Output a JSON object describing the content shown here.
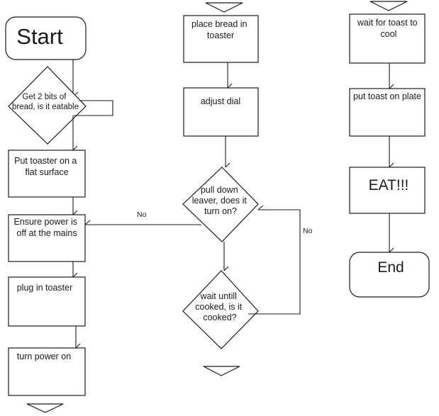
{
  "nodes": {
    "start": "Start",
    "get_bread": [
      "Get 2 bits of",
      "bread, is it eatable"
    ],
    "put_toaster": [
      "Put toaster on a",
      "flat surface"
    ],
    "ensure_power": [
      "Ensure power is",
      "off at the mains"
    ],
    "plug_in": [
      "plug in toaster"
    ],
    "turn_power": [
      "turn power on"
    ],
    "place_bread": [
      "place bread in",
      "toaster"
    ],
    "adjust_dial": [
      "adjust dial"
    ],
    "pull_down": [
      "pull down",
      "leaver, does it",
      "turn on?"
    ],
    "wait_cooked": [
      "wait untill",
      "cooked, is it",
      "cooked?"
    ],
    "wait_cool": [
      "wait for toast to",
      "cool"
    ],
    "put_plate": [
      "put toast on plate"
    ],
    "eat": "EAT!!!",
    "end": "End"
  },
  "edge_labels": {
    "no_left": "No",
    "no_right": "No"
  }
}
